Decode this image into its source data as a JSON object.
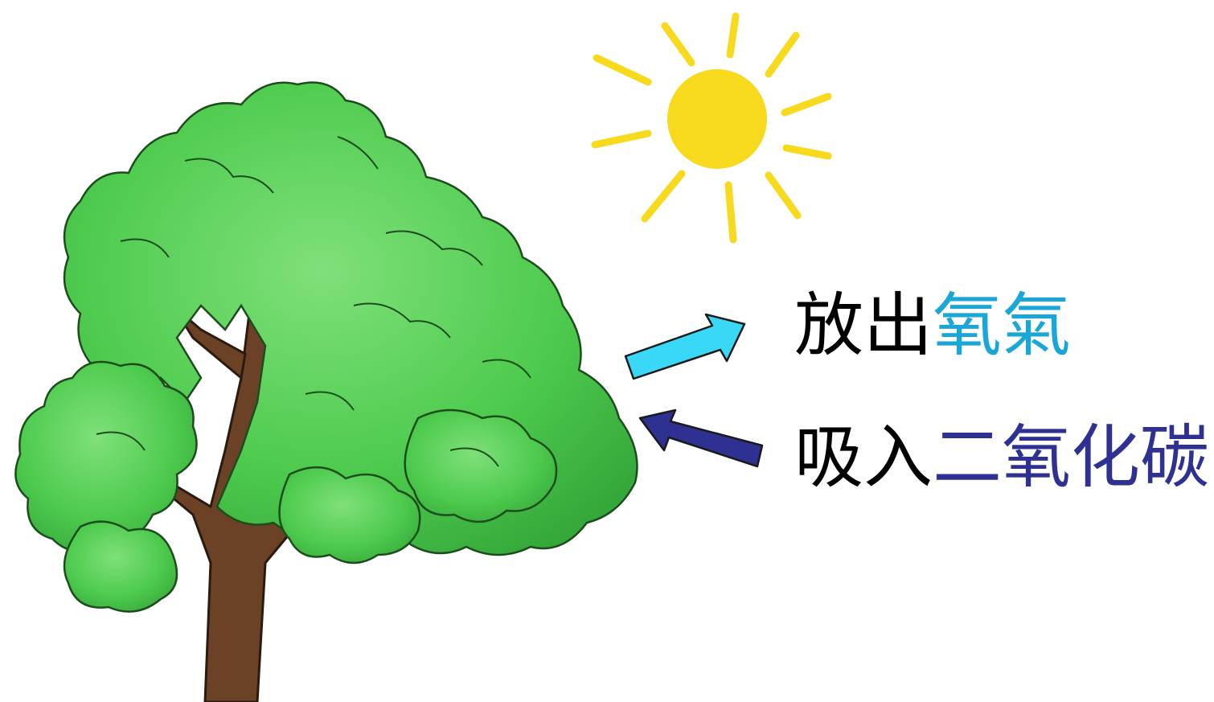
{
  "labels": {
    "release": {
      "verb": "放出",
      "substance": "氧氣"
    },
    "absorb": {
      "verb": "吸入",
      "substance": "二氧化碳"
    }
  },
  "icons": {
    "sun": "sun-icon",
    "tree": "tree-illustration",
    "out_arrow": "arrow-up-right-icon",
    "in_arrow": "arrow-left-icon"
  },
  "colors": {
    "oxygen_text": "#1aa6d6",
    "co2_text": "#2e3192",
    "out_arrow": "#3ad8f7",
    "in_arrow": "#2e3192",
    "sun": "#f7d91e",
    "foliage": "#4ecb4e",
    "trunk": "#6b4226"
  }
}
